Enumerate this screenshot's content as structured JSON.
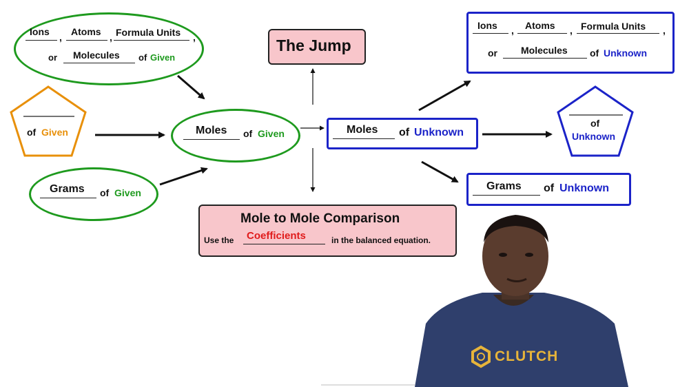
{
  "given_ellipse_top": {
    "blank1": "Ions",
    "blank2": "Atoms",
    "blank3": "Formula Units",
    "sep": ",",
    "or": "or",
    "blank4": "Molecules",
    "of": "of",
    "given": "Given"
  },
  "given_pentagon": {
    "of": "of",
    "given": "Given"
  },
  "given_ellipse_bottom": {
    "blank": "Grams",
    "of": "of",
    "given": "Given"
  },
  "given_ellipse_center": {
    "blank": "Moles",
    "of": "of",
    "given": "Given"
  },
  "jump_box": {
    "title": "The Jump"
  },
  "comparison_box": {
    "title": "Mole to Mole Comparison",
    "prefix": "Use the",
    "blank": "Coefficients",
    "suffix": "in the balanced equation."
  },
  "unknown_center": {
    "blank": "Moles",
    "of": "of",
    "unknown": "Unknown"
  },
  "unknown_top": {
    "blank1": "Ions",
    "blank2": "Atoms",
    "blank3": "Formula Units",
    "sep": ",",
    "or": "or",
    "blank4": "Molecules",
    "of": "of",
    "unknown": "Unknown"
  },
  "unknown_pentagon": {
    "of": "of",
    "unknown": "Unknown"
  },
  "unknown_bottom": {
    "blank": "Grams",
    "of": "of",
    "unknown": "Unknown"
  },
  "presenter": {
    "shirt_text": "CLUTCH"
  },
  "colors": {
    "given": "#1e9a1e",
    "unknown": "#1b23c8",
    "pentagon_given": "#e8900a",
    "jump_fill": "#f8c6cb",
    "answer": "#e01b1b"
  }
}
